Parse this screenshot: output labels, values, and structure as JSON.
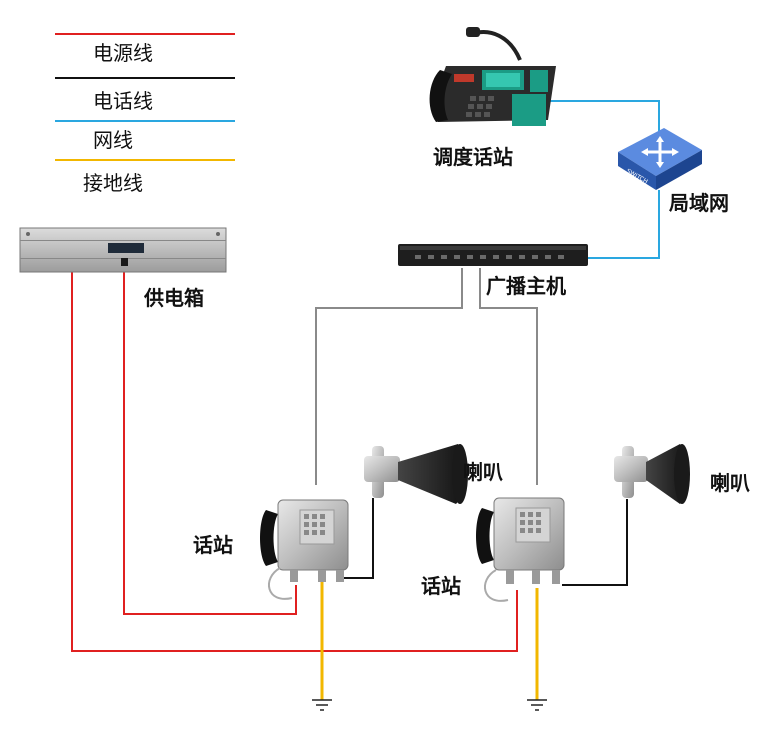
{
  "legend": {
    "power": "电源线",
    "phone": "电话线",
    "network": "网线",
    "ground": "接地线"
  },
  "labels": {
    "dispatch_station": "调度话站",
    "lan": "局域网",
    "broadcast_host": "广播主机",
    "power_box": "供电箱",
    "speaker_1": "喇叭",
    "speaker_2": "喇叭",
    "station_1": "话站",
    "station_2": "话站"
  },
  "switch_text": "SWITCH",
  "colors": {
    "power": "#e02020",
    "phone": "#111111",
    "network": "#2aa7e0",
    "ground": "#f2b700",
    "host_link": "#8a8a8a"
  },
  "icons": [
    "desk-phone-icon",
    "network-switch-icon",
    "rack-unit-icon",
    "horn-speaker-icon",
    "explosion-proof-phone-icon",
    "ground-symbol-icon"
  ]
}
